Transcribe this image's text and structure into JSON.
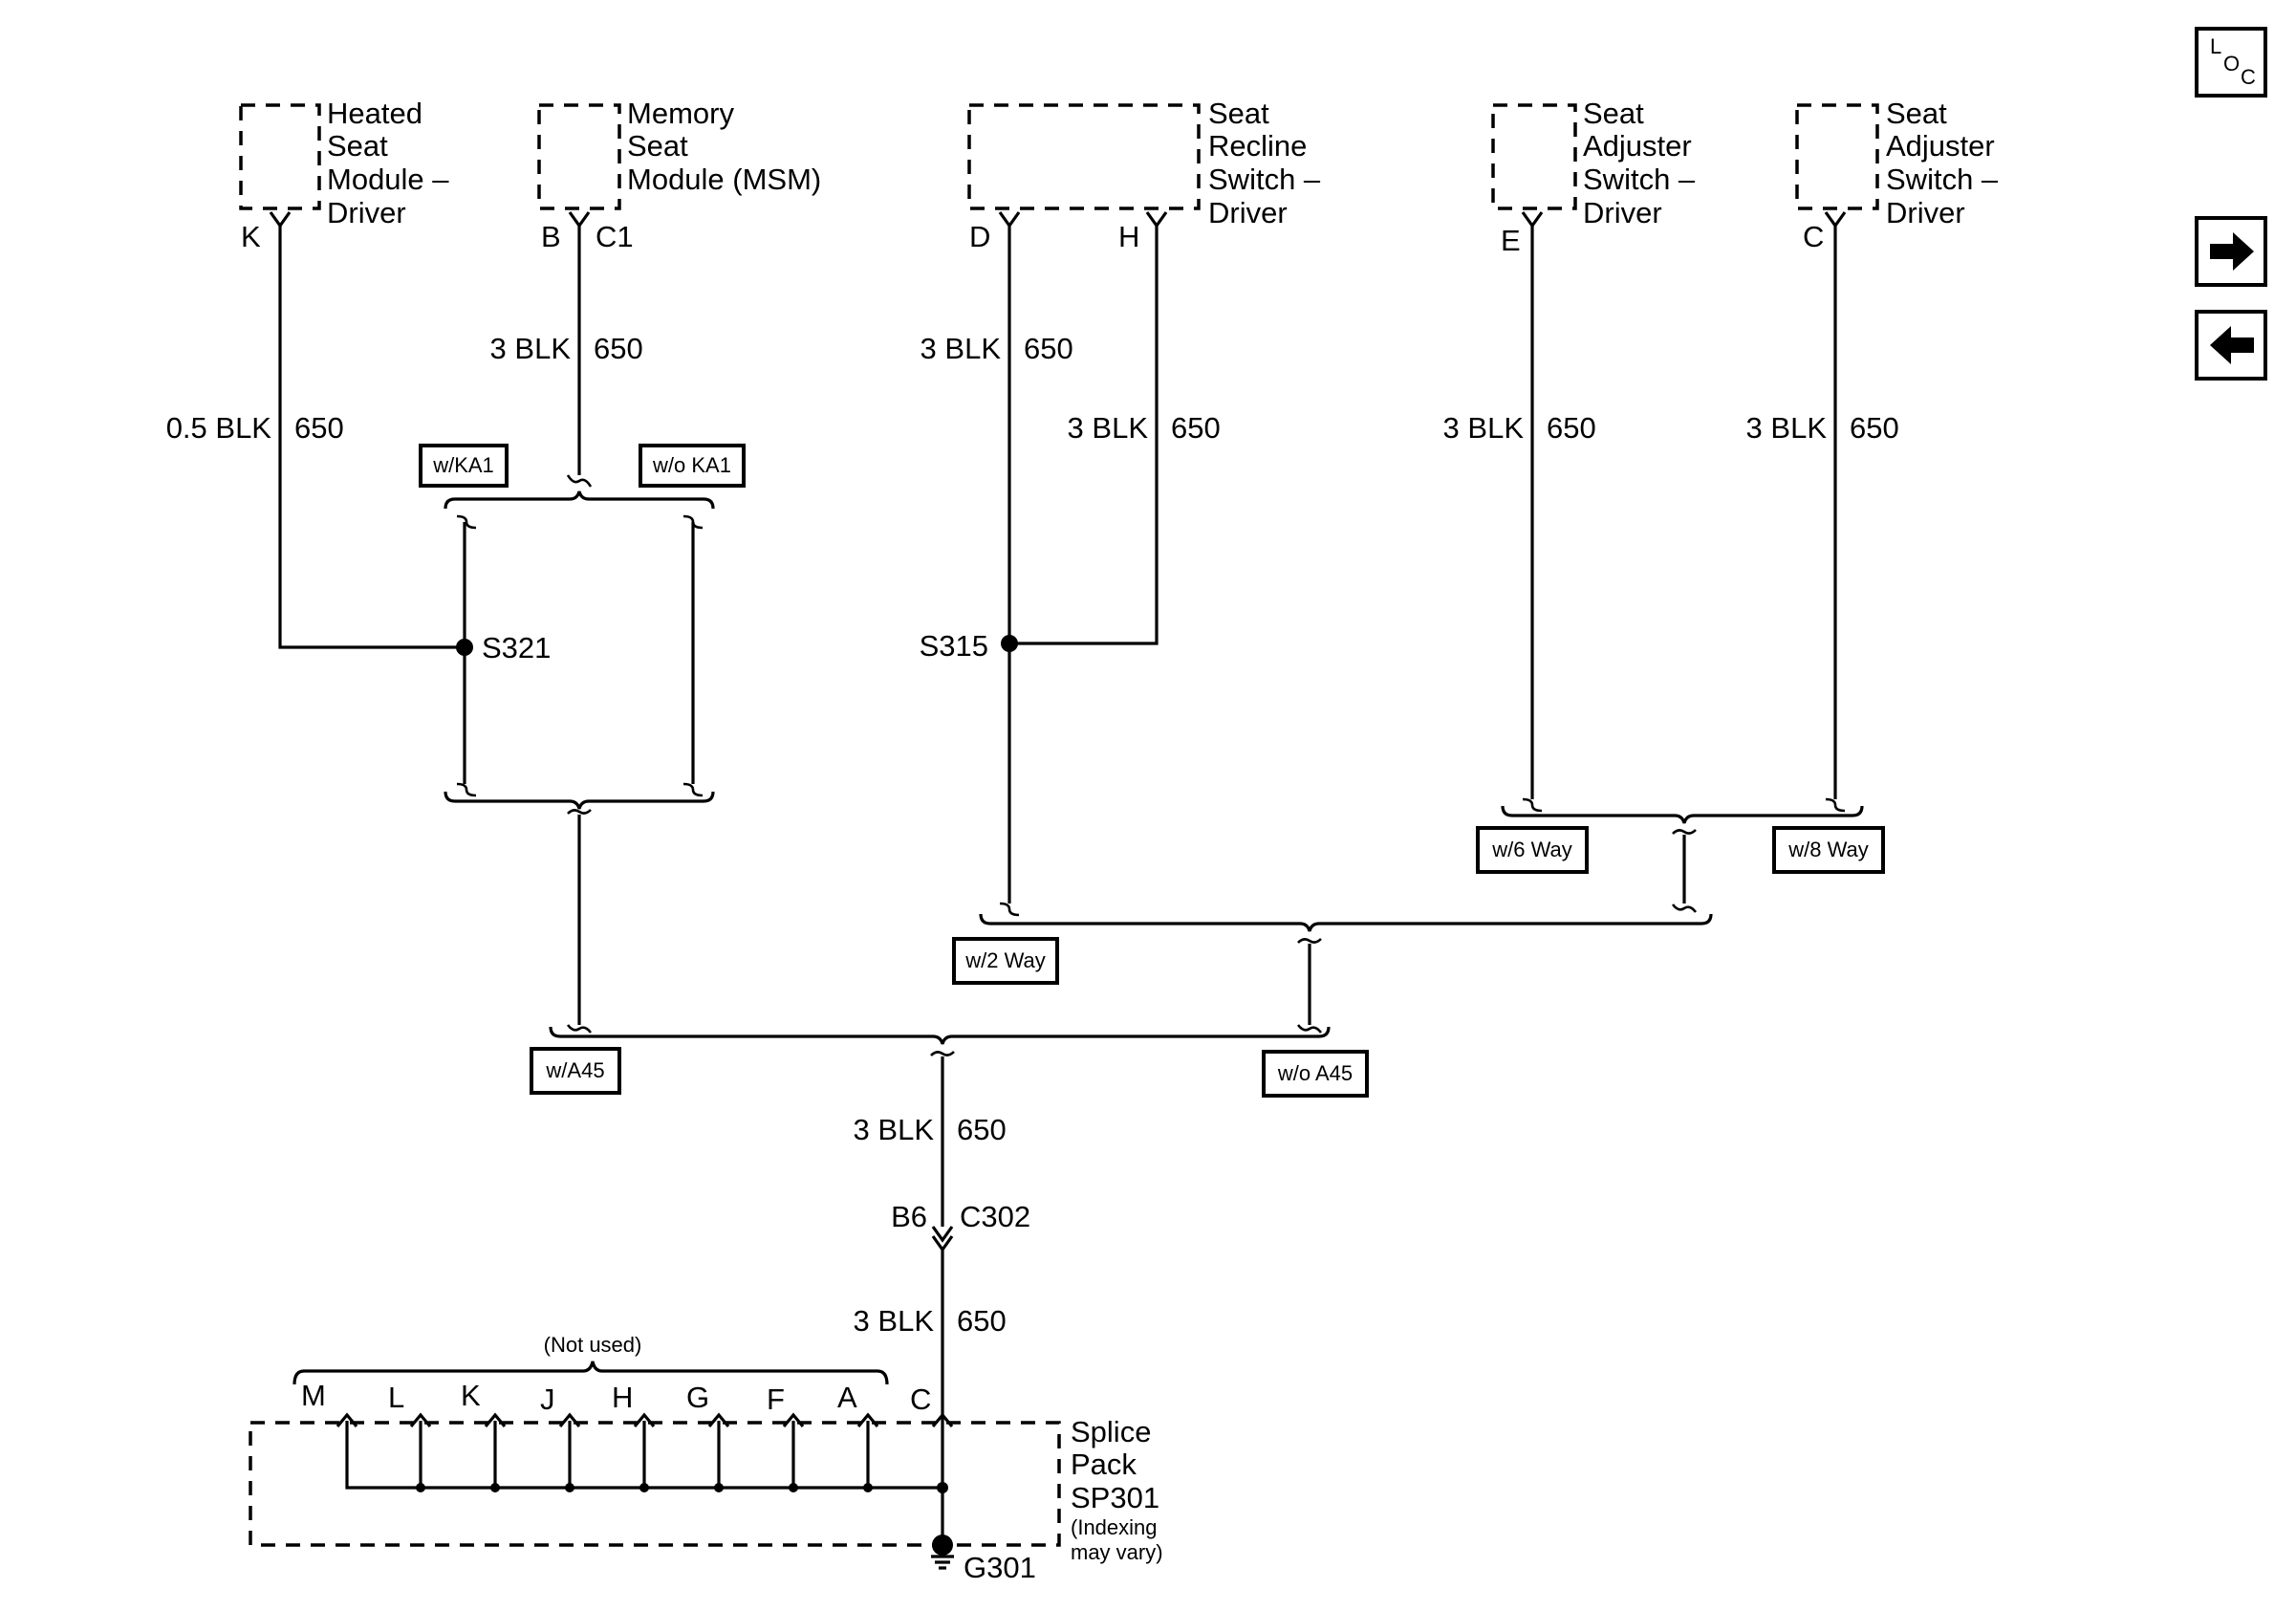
{
  "components": {
    "heated_seat": {
      "lines": [
        "Heated",
        "Seat",
        "Module –",
        "Driver"
      ],
      "pin": "K"
    },
    "memory_seat": {
      "lines": [
        "Memory",
        "Seat",
        "Module (MSM)"
      ],
      "pin1": "B",
      "pin2": "C1"
    },
    "recline_switch": {
      "lines": [
        "Seat",
        "Recline",
        "Switch –",
        "Driver"
      ],
      "pin1": "D",
      "pin2": "H"
    },
    "adjuster_switch_1": {
      "lines": [
        "Seat",
        "Adjuster",
        "Switch –",
        "Driver"
      ],
      "pin": "E"
    },
    "adjuster_switch_2": {
      "lines": [
        "Seat",
        "Adjuster",
        "Switch –",
        "Driver"
      ],
      "pin": "C"
    },
    "splice_pack": {
      "lines": [
        "Splice",
        "Pack",
        "SP301"
      ],
      "note_lines": [
        "(Indexing",
        "may vary)"
      ]
    }
  },
  "wires": {
    "heated_seat_wire": {
      "size_color": "0.5 BLK",
      "circuit": "650"
    },
    "memory_seat_wire": {
      "size_color": "3 BLK",
      "circuit": "650"
    },
    "recline_d_wire": {
      "size_color": "3 BLK",
      "circuit": "650"
    },
    "recline_h_wire": {
      "size_color": "3 BLK",
      "circuit": "650"
    },
    "adjuster_e_wire": {
      "size_color": "3 BLK",
      "circuit": "650"
    },
    "adjuster_c_wire": {
      "size_color": "3 BLK",
      "circuit": "650"
    },
    "main_upper_wire": {
      "size_color": "3 BLK",
      "circuit": "650"
    },
    "main_lower_wire": {
      "size_color": "3 BLK",
      "circuit": "650"
    }
  },
  "splices": {
    "s321": "S321",
    "s315": "S315"
  },
  "options": {
    "w_ka1": "w/KA1",
    "wo_ka1": "w/o KA1",
    "w_6way": "w/6 Way",
    "w_8way": "w/8 Way",
    "w_2way": "w/2 Way",
    "w_a45": "w/A45",
    "wo_a45": "w/o A45"
  },
  "connector": {
    "pin": "B6",
    "name": "C302"
  },
  "splice_pins": {
    "unused_label": "(Not used)",
    "unused": [
      "M",
      "L",
      "K",
      "J",
      "H",
      "G",
      "F",
      "A"
    ],
    "used": "C"
  },
  "ground": "G301",
  "nav": {
    "loc_icon": "loc-icon",
    "loc_letters": [
      "L",
      "O",
      "C"
    ],
    "next_icon": "arrow-right-icon",
    "prev_icon": "arrow-left-icon"
  }
}
